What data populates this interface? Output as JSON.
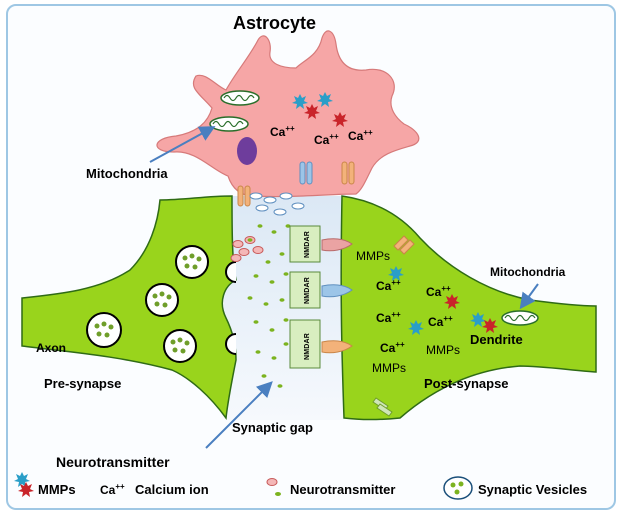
{
  "labels": {
    "astrocyte": "Astrocyte",
    "mitochondria_astro": "Mitochondria",
    "mitochondria_post": "Mitochondria",
    "ca1": "Ca",
    "ca2": "Ca",
    "ca3": "Ca",
    "ca_post1": "Ca",
    "ca_post2": "Ca",
    "ca_post3": "Ca",
    "ca_post4": "Ca",
    "ca_post5": "Ca",
    "plusplus": "++",
    "nmdar": "NMDAR",
    "mmps_top": "MMPs",
    "mmps_mid": "MMPs",
    "mmps_low": "MMPs",
    "dendrite": "Dendrite",
    "axon": "Axon",
    "pre_synapse": "Pre-synapse",
    "post_synapse": "Post-synapse",
    "synaptic_gap": "Synaptic gap",
    "neurotransmitter": "Neurotransmitter"
  },
  "legend": {
    "mmps": "MMPs",
    "calcium_ca": "Ca",
    "calcium_sup": "++",
    "calcium_label": "Calcium ion",
    "neurotransmitter": "Neurotransmitter",
    "vesicles": "Synaptic Vesicles"
  },
  "colors": {
    "astrocyte_fill": "#f6a6a6",
    "neuron_fill": "#99d41c",
    "neuron_stroke": "#2f6b15",
    "gap_fill": "#eef4fb",
    "mmp_blue": "#2a9ec8",
    "mmp_red": "#c9242a",
    "arrow": "#4a7fc0",
    "receptor_pink": "#eaa3a3",
    "receptor_blue": "#9cc5e8",
    "receptor_orange": "#f3b27a"
  }
}
